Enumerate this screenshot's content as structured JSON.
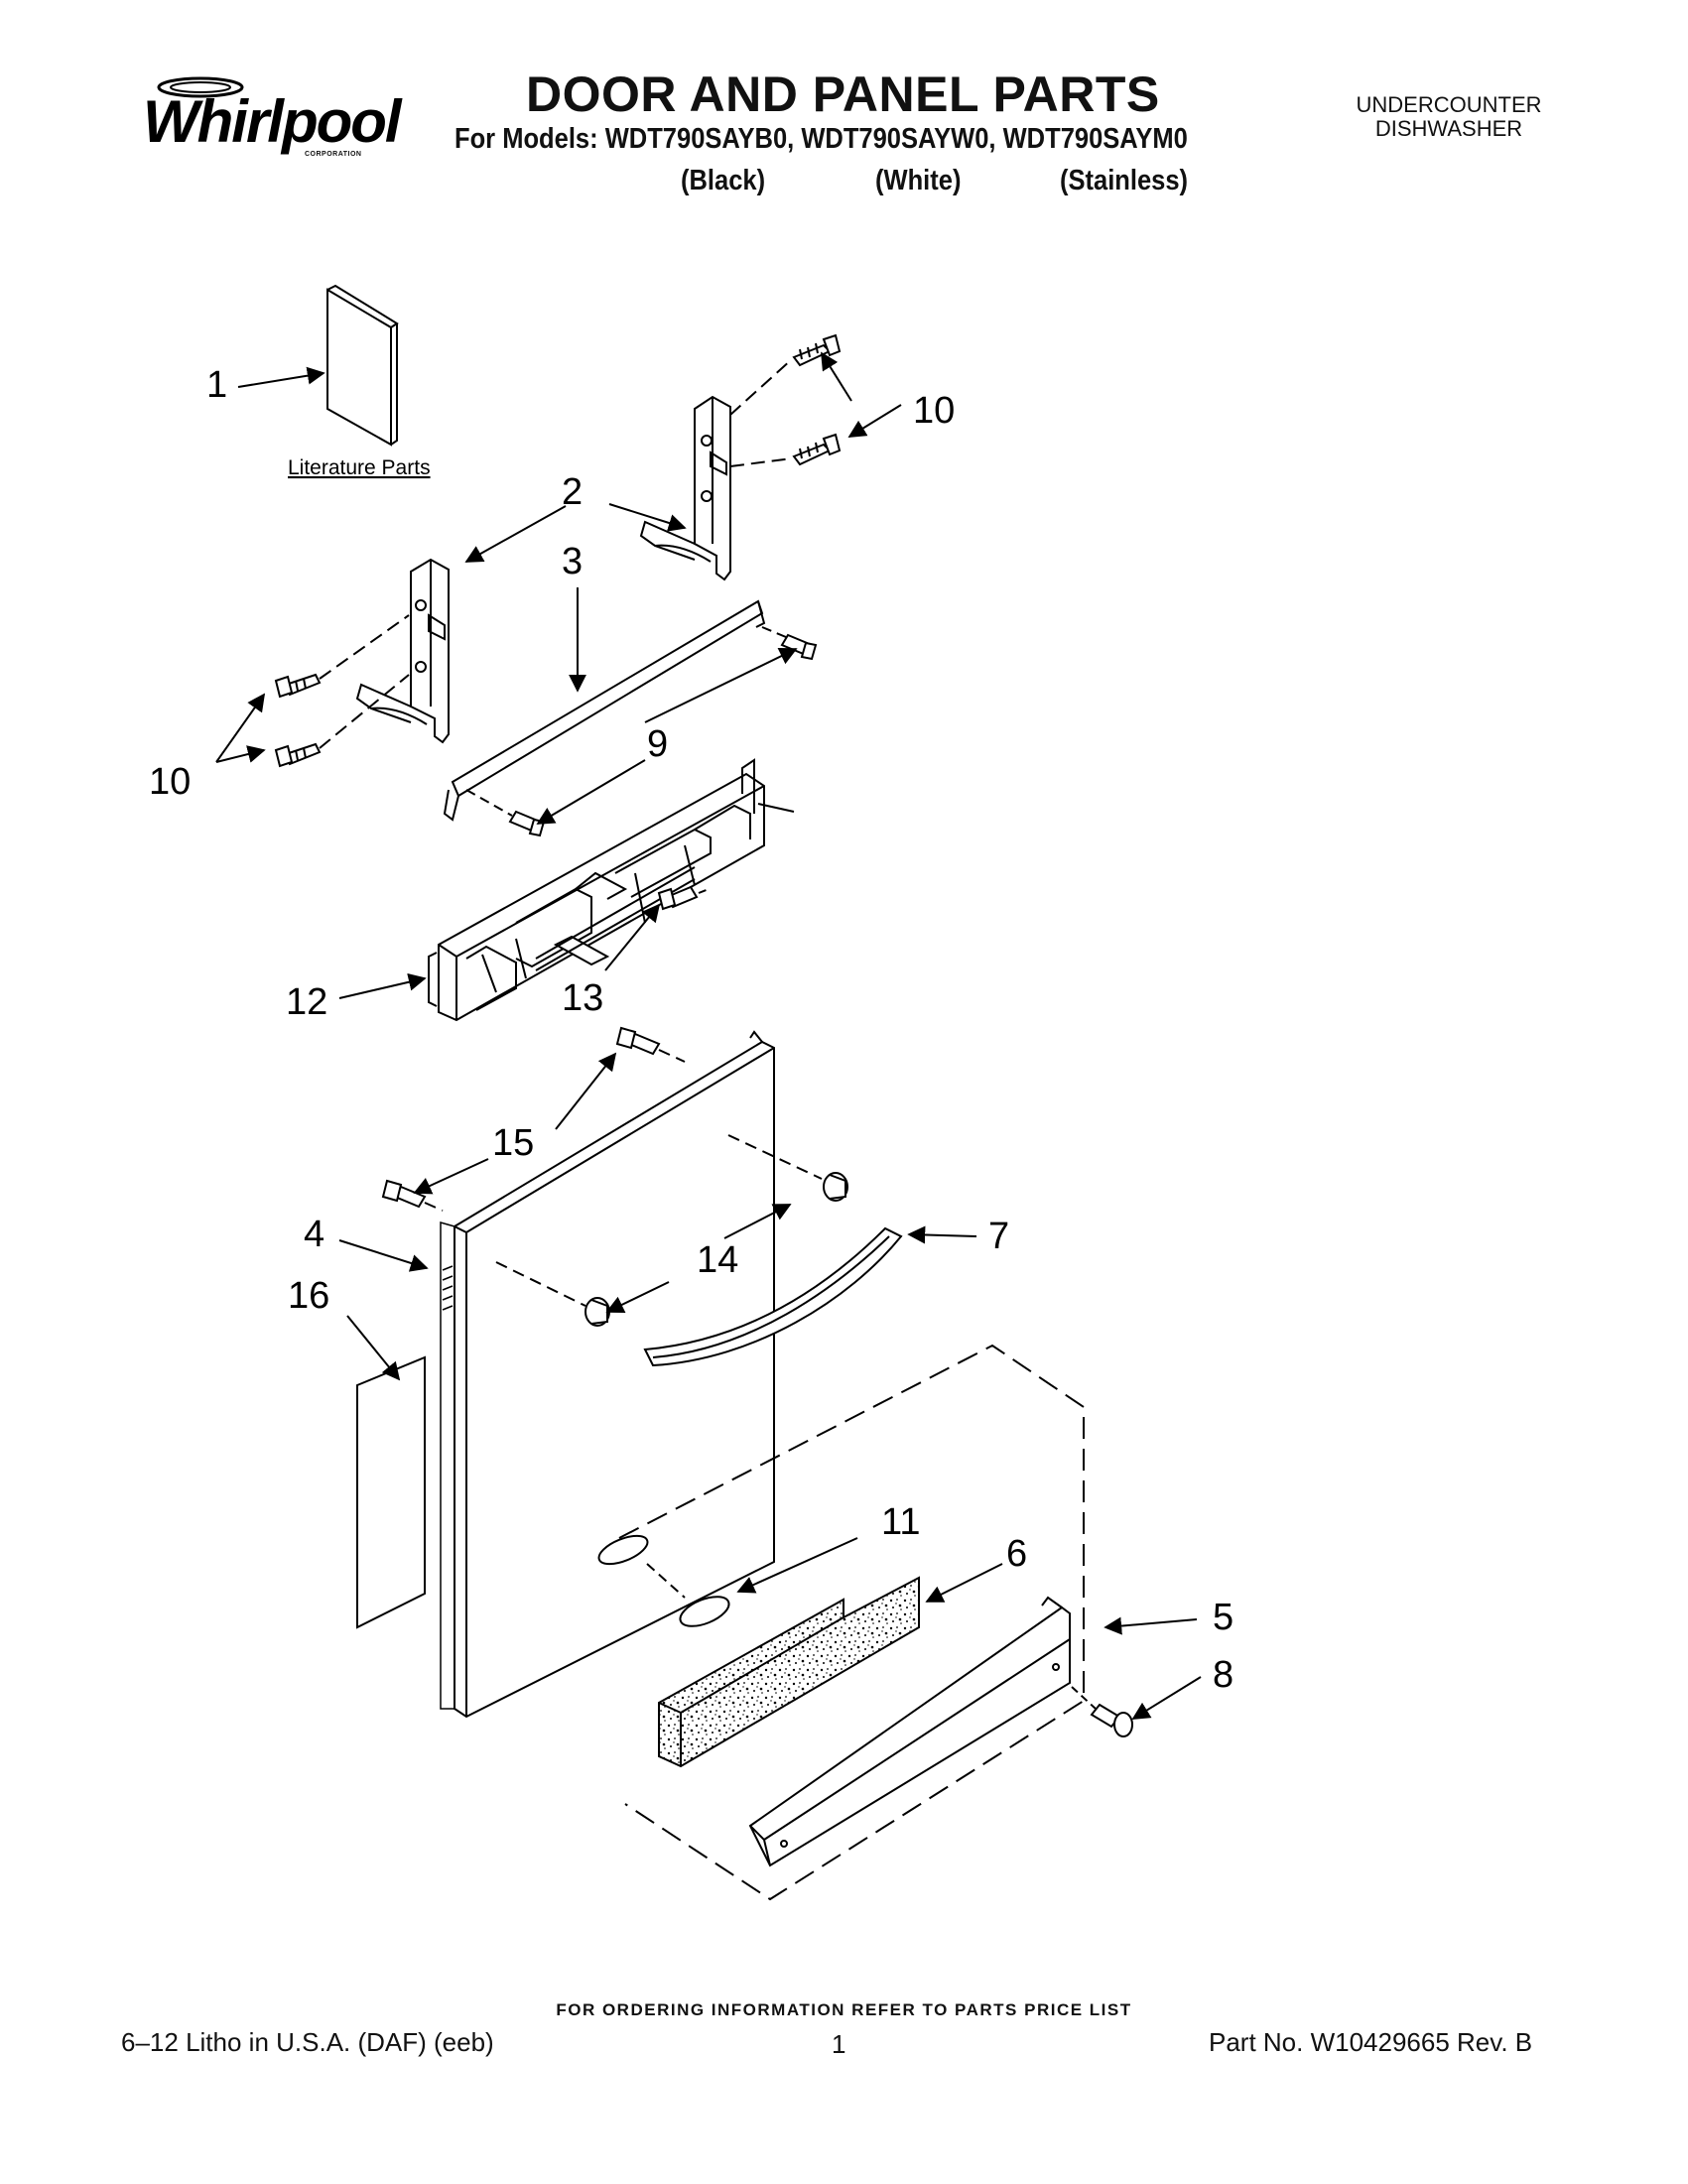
{
  "header": {
    "brand": "Whirlpool",
    "brand_sub": "CORPORATION",
    "title": "DOOR AND PANEL PARTS",
    "models_line": "For Models: WDT790SAYB0, WDT790SAYW0, WDT790SAYM0",
    "variants": [
      "(Black)",
      "(White)",
      "(Stainless)"
    ],
    "appliance_line1": "UNDERCOUNTER",
    "appliance_line2": "DISHWASHER"
  },
  "diagram": {
    "literature_label": "Literature Parts",
    "callouts": {
      "c1": "1",
      "c2": "2",
      "c3": "3",
      "c4": "4",
      "c5": "5",
      "c6": "6",
      "c7": "7",
      "c8": "8",
      "c9": "9",
      "c10a": "10",
      "c10b": "10",
      "c11": "11",
      "c12": "12",
      "c13": "13",
      "c14": "14",
      "c15": "15",
      "c16": "16"
    }
  },
  "footer": {
    "ordering_note": "FOR ORDERING INFORMATION REFER TO PARTS PRICE LIST",
    "litho": "6–12 Litho in U.S.A. (DAF) (eeb)",
    "page": "1",
    "part_no": "Part No. W10429665 Rev. B"
  }
}
